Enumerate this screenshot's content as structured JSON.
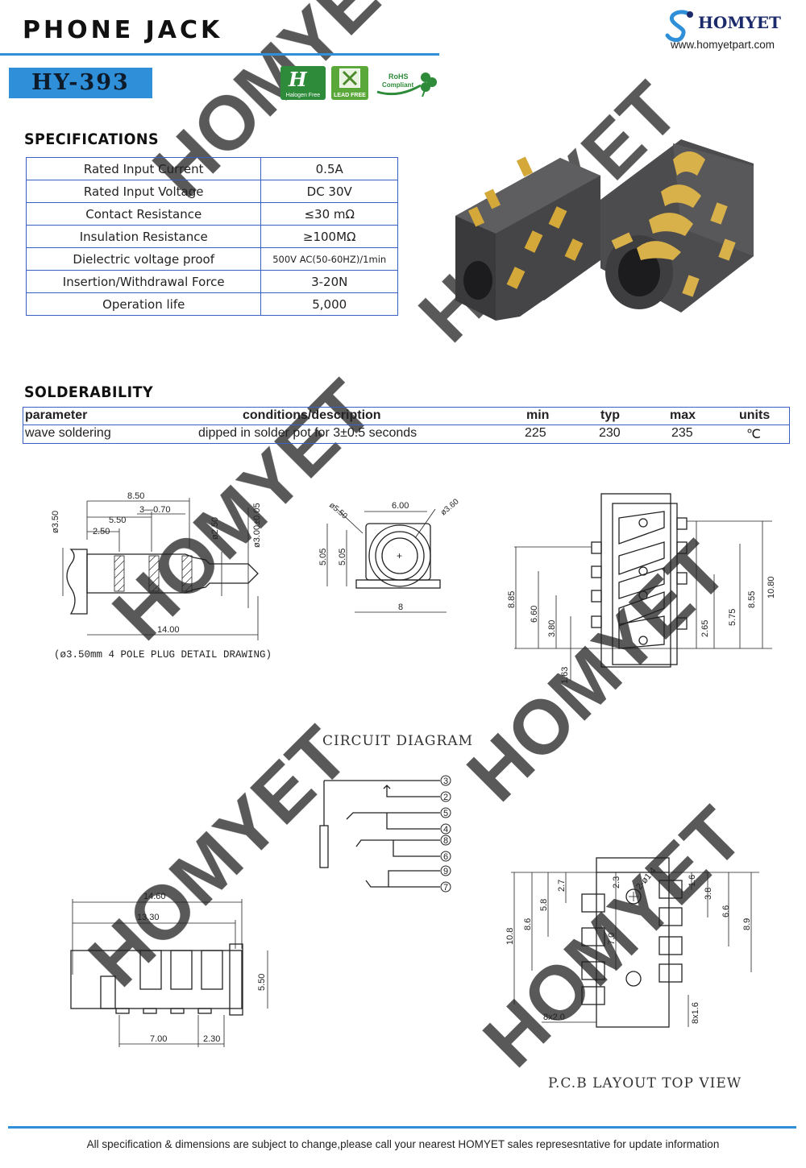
{
  "header": {
    "title": "PHONE JACK",
    "model": "HY-393",
    "brand": {
      "name": "HOMYET",
      "url": "www.homyetpart.com"
    },
    "badges": [
      {
        "mark": "H",
        "label": "Halogen Free"
      },
      {
        "label": "LEAD FREE"
      },
      {
        "line1": "RoHS",
        "line2": "Compliant"
      }
    ]
  },
  "watermark": "HOMYET",
  "specifications": {
    "heading": "SPECIFICATIONS",
    "rows": [
      {
        "label": "Rated Input Current",
        "value": "0.5A"
      },
      {
        "label": "Rated Input Voltage",
        "value": "DC  30V"
      },
      {
        "label": "Contact Resistance",
        "value": "≤30  mΩ"
      },
      {
        "label": "Insulation Resistance",
        "value": "≥100MΩ"
      },
      {
        "label": "Dielectric voltage proof",
        "value": "500V AC(50-60HZ)/1min"
      },
      {
        "label": "Insertion/Withdrawal Force",
        "value": "3-20N"
      },
      {
        "label": "Operation life",
        "value": "5,000"
      }
    ]
  },
  "solderability": {
    "heading": "SOLDERABILITY",
    "columns": [
      "parameter",
      "conditions/description",
      "min",
      "typ",
      "max",
      "units"
    ],
    "rows": [
      [
        "wave soldering",
        "dipped in solder pot for 3±0.5 seconds",
        "225",
        "230",
        "235",
        "℃"
      ]
    ]
  },
  "plug_drawing": {
    "caption": "(ø3.50mm  4 POLE PLUG DETAIL DRAWING)",
    "dims": {
      "len_total": "14.00",
      "len_850": "8.50",
      "len_550": "5.50",
      "len_250": "2.50",
      "len_070": "3—0.70",
      "dia_350": "ø3.50",
      "dia_250": "ø2.50",
      "dia_300": "ø3.00±0.05"
    }
  },
  "front_view": {
    "dims": {
      "w600": "6.00",
      "d550": "ø5.50",
      "d360": "ø3.60",
      "h505a": "5.05",
      "h505b": "5.05",
      "w8": "8"
    }
  },
  "side_view": {
    "dims": {
      "h885": "8.85",
      "h660": "6.60",
      "h380": "3.80",
      "h163": "1.63",
      "h1080": "10.80",
      "h855": "8.55",
      "h575": "5.75",
      "h265": "2.65"
    }
  },
  "circuit": {
    "heading": "CIRCUIT DIAGRAM",
    "pins": [
      "3",
      "2",
      "5",
      "4",
      "8",
      "6",
      "9",
      "7"
    ]
  },
  "bottom_view": {
    "dims": {
      "w1460": "14.60",
      "w1330": "13.30",
      "h550": "5.50",
      "w700": "7.00",
      "w230": "2.30"
    }
  },
  "pcb": {
    "heading": "P.C.B LAYOUT   TOP VIEW",
    "dims": {
      "h108": "10.8",
      "h86": "8.6",
      "h58": "5.8",
      "h27": "2.7",
      "h23": "2.3",
      "hole": "2-ø1.4",
      "h70": "7.0",
      "h16": "1.6",
      "h38": "3.8",
      "h66": "6.6",
      "h89": "8.9",
      "pad_l": "8x2.0",
      "pad_r": "8x1.6"
    }
  },
  "footer": "All specification & dimensions are subject to change,please call your nearest HOMYET sales represesntative for update information"
}
